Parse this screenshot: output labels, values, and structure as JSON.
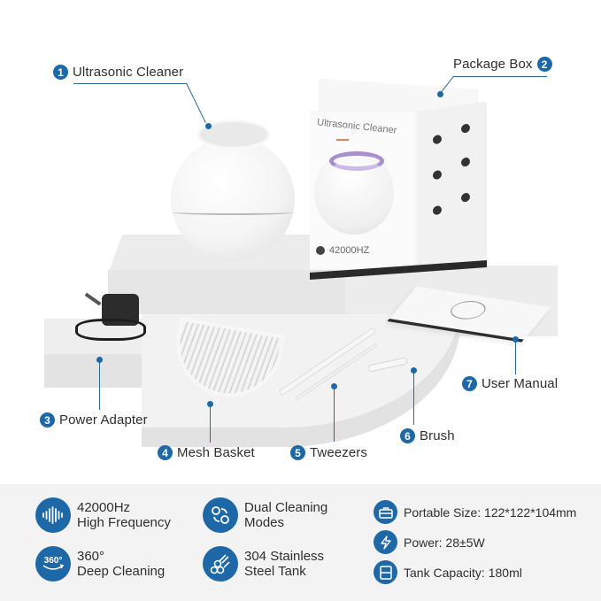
{
  "callouts": [
    {
      "number": "1",
      "label": "Ultrasonic Cleaner"
    },
    {
      "number": "2",
      "label": "Package Box"
    },
    {
      "number": "3",
      "label": "Power Adapter"
    },
    {
      "number": "4",
      "label": "Mesh Basket"
    },
    {
      "number": "5",
      "label": "Tweezers"
    },
    {
      "number": "6",
      "label": "Brush"
    },
    {
      "number": "7",
      "label": "User Manual"
    }
  ],
  "package_box": {
    "title": "Ultrasonic Cleaner",
    "top_text": "Ultrasonic Cleaner",
    "frequency_label": "42000HZ"
  },
  "features": [
    {
      "icon": "sound-wave-icon",
      "line1": "42000Hz",
      "line2": "High Frequency"
    },
    {
      "icon": "360-rotation-icon",
      "line1": "360°",
      "line2": "Deep Cleaning"
    },
    {
      "icon": "dual-mode-cycle-icon",
      "line1": "Dual Cleaning",
      "line2": "Modes"
    },
    {
      "icon": "steel-pipes-icon",
      "line1": "304 Stainless",
      "line2": "Steel Tank"
    }
  ],
  "specs": [
    {
      "icon": "briefcase-icon",
      "text": "Portable Size: 122*122*104mm"
    },
    {
      "icon": "lightning-bolt-icon",
      "text": "Power: 28±5W"
    },
    {
      "icon": "tank-icon",
      "text": "Tank Capacity: 180ml"
    }
  ],
  "colors": {
    "accent_blue": "#1f68a8",
    "leader_line": "#2a6a95",
    "spec_background": "#f3f3f3",
    "text": "#2f2f2f",
    "box_lavender": "#a98fd0"
  }
}
